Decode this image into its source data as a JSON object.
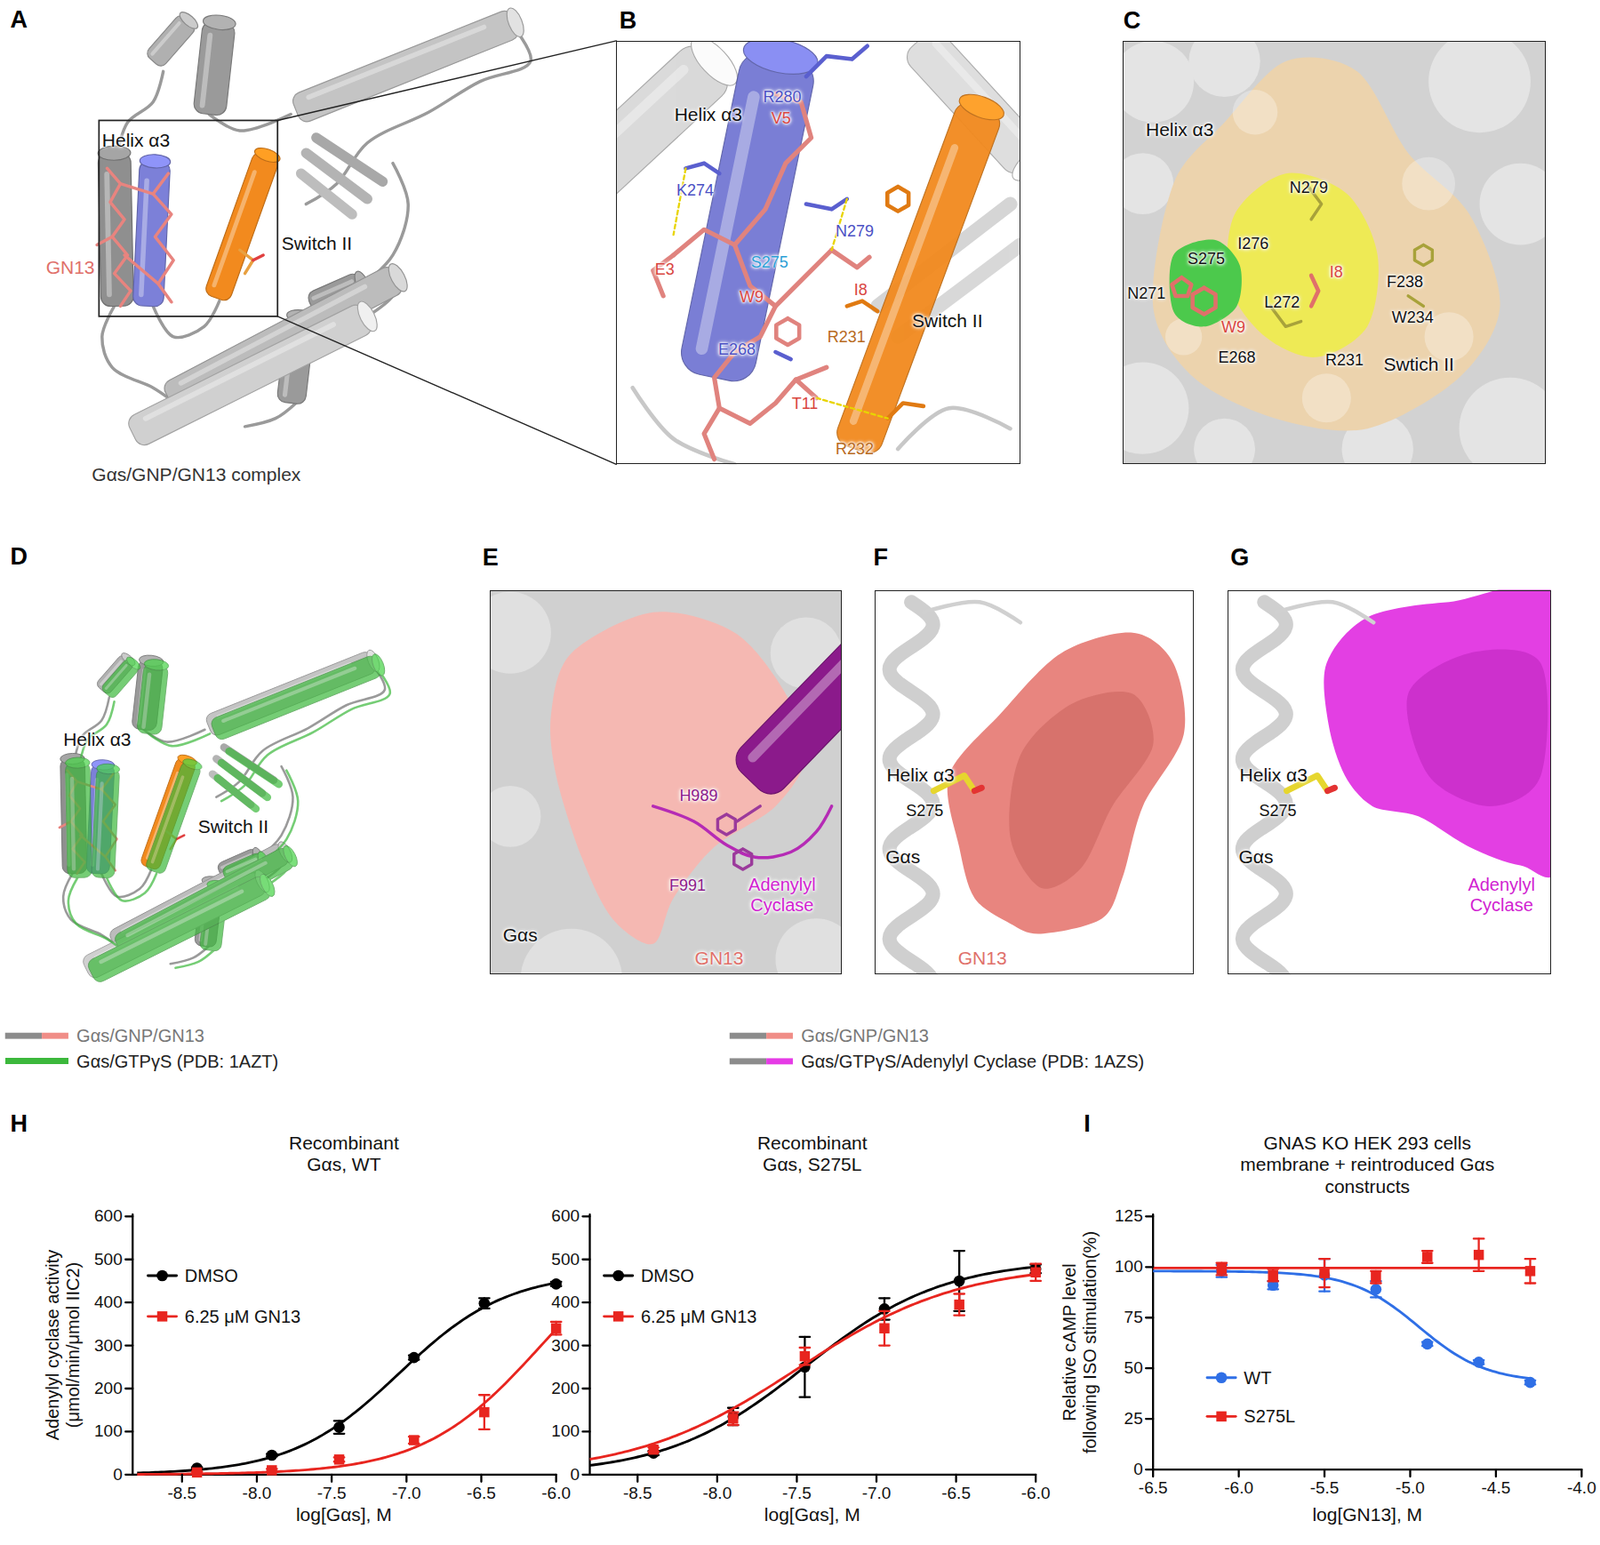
{
  "diagram": {
    "nodes": [
      {
        "text": [
          "B",
          "R280",
          "Helix α3",
          "V5",
          "K274",
          "N279",
          "S275",
          "E3",
          "I8",
          "W9",
          "R231",
          "Switch II",
          "E268",
          "T11",
          "R232"
        ]
      },
      {
        "text": [
          "C",
          "Helix α3",
          "N279",
          "I276",
          "S275",
          "I8",
          "F238",
          "N271",
          "L272",
          "W234",
          "W9",
          "E268",
          "R231",
          "Swtich II"
        ]
      },
      {
        "text": [
          "E",
          "H989",
          "F991",
          "Adenylyl Cyclase",
          "Gαs",
          "GN13"
        ]
      },
      {
        "text": [
          "F",
          "Helix α3",
          "S275",
          "Gαs",
          "GN13"
        ]
      },
      {
        "text": [
          "G",
          "Helix α3",
          "S275",
          "Gαs",
          "Adenylyl Cyclase"
        ]
      }
    ],
    "labels": [
      "A",
      "Helix α3",
      "Switch II",
      "GN13",
      "Gαs/GNP/GN13 complex",
      "D",
      "Helix α3",
      "Switch II",
      "H",
      "Recombinant Gαs, WT",
      "Adenylyl cyclase activity (μmol/min/μmol IIC2)",
      "0",
      "100",
      "200",
      "300",
      "400",
      "500",
      "600",
      "-8.5",
      "-8.0",
      "-7.5",
      "-7.0",
      "-6.5",
      "-6.0",
      "log[Gαs], M",
      "Recombinant Gαs, S275L",
      "0",
      "100",
      "200",
      "300",
      "400",
      "500",
      "600",
      "-8.5",
      "-8.0",
      "-7.5",
      "-7.0",
      "-6.5",
      "-6.0",
      "log[Gαs], M",
      "I",
      "GNAS KO HEK 293 cells membrane + reintroduced Gαs constructs",
      "Relative cAMP level following ISO stimulation(%)",
      "0",
      "25",
      "50",
      "75",
      "100",
      "125",
      "-6.5",
      "-6.0",
      "-5.5",
      "-5.0",
      "-4.5",
      "-4.0",
      "log[GN13], M"
    ],
    "legend": [
      {
        "text": "Gαs/GNP/GN13"
      },
      {
        "text": "Gαs/GTPγS (PDB: 1AZT)",
        "color": "#3cb83c"
      },
      {
        "text": "Gαs/GNP/GN13"
      },
      {
        "text": "Gαs/GTPγS/Adenylyl Cyclase (PDB: 1AZS)"
      },
      {
        "text": "DMSO"
      },
      {
        "text": "6.25 μM GN13"
      },
      {
        "text": "DMSO"
      },
      {
        "text": "6.25 μM GN13"
      },
      {
        "text": "WT"
      },
      {
        "text": "S275L"
      }
    ]
  }
}
